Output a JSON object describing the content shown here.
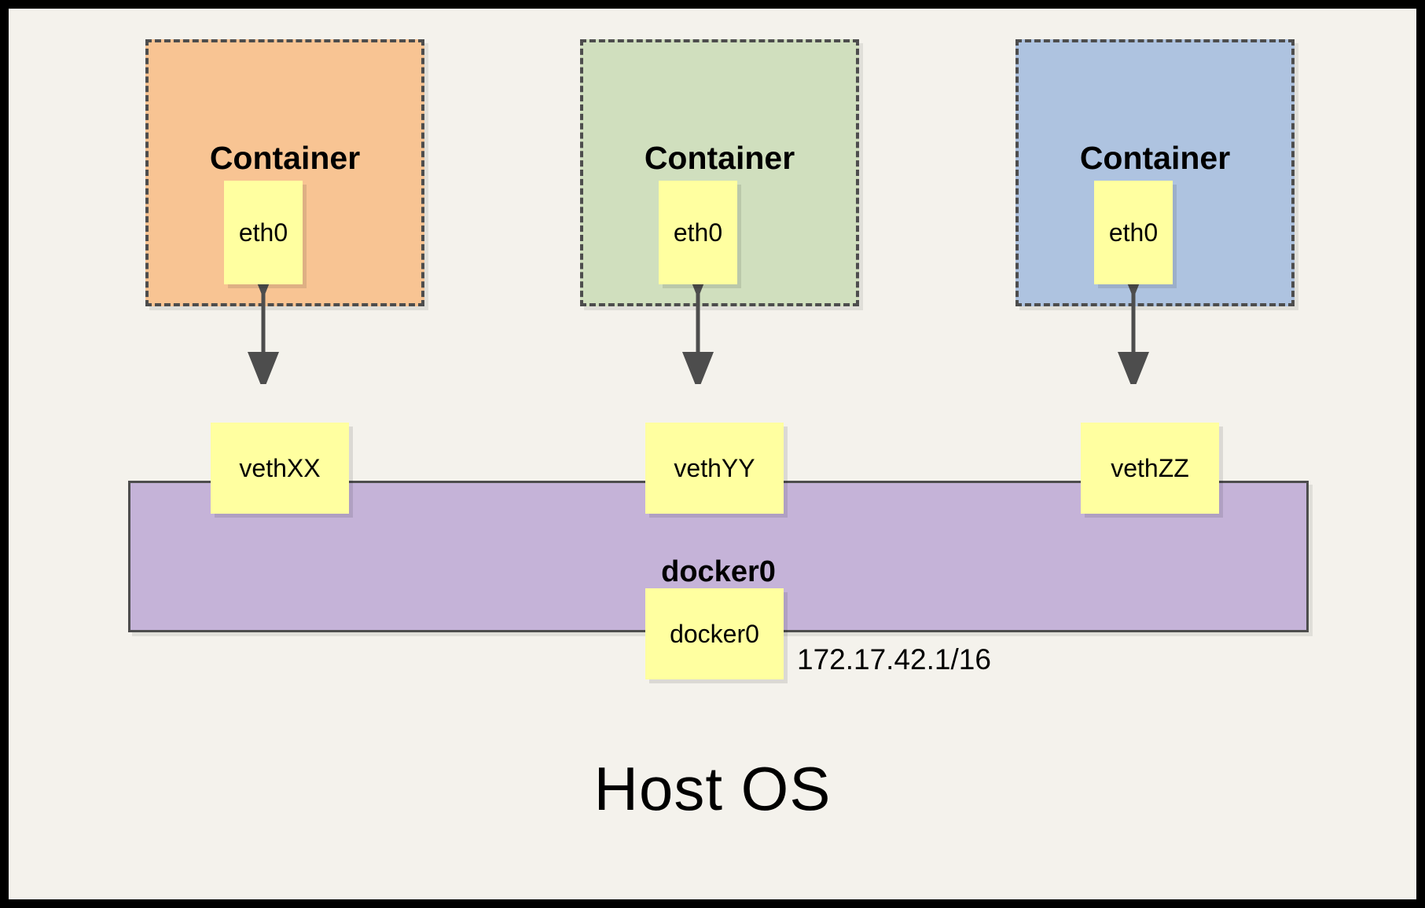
{
  "diagram": {
    "title_bottom": "Host OS",
    "bridge": {
      "name_label": "docker0",
      "iface_label": "docker0",
      "ip_label": "172.17.42.1/16",
      "color": "#c5b3d8"
    },
    "containers": [
      {
        "label": "Container",
        "iface": "eth0",
        "color": "#f8c493",
        "veth": "vethXX"
      },
      {
        "label": "Container",
        "iface": "eth0",
        "color": "#d0dfbe",
        "veth": "vethYY"
      },
      {
        "label": "Container",
        "iface": "eth0",
        "color": "#aec3e0",
        "veth": "vethZZ"
      }
    ],
    "colors": {
      "background": "#f4f2ec",
      "frame": "#000000",
      "iface_box": "#ffffa0",
      "stroke": "#4d4d4d"
    }
  }
}
